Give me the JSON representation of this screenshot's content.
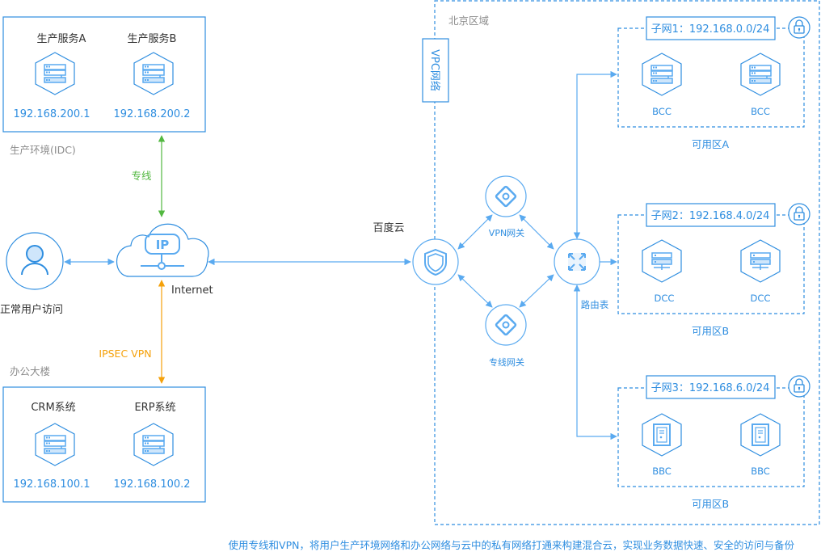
{
  "colors": {
    "blue": "#2f8ee0",
    "light_blue": "#5aaaf0",
    "icon_fill": "#cfe6fb",
    "green": "#52b840",
    "orange": "#f5a10a",
    "gray_text": "#8c8c8c",
    "dark_text": "#333333"
  },
  "idc": {
    "region_label": "生产环境(IDC)",
    "servers": [
      {
        "name": "生产服务A",
        "ip": "192.168.200.1"
      },
      {
        "name": "生产服务B",
        "ip": "192.168.200.2"
      }
    ]
  },
  "office": {
    "region_label": "办公大楼",
    "servers": [
      {
        "name": "CRM系统",
        "ip": "192.168.100.1"
      },
      {
        "name": "ERP系统",
        "ip": "192.168.100.2"
      }
    ]
  },
  "links": {
    "dedicated_line": "专线",
    "ipsec_vpn": "IPSEC VPN"
  },
  "user": {
    "label": "正常用户访问"
  },
  "internet": {
    "label": "Internet",
    "icon_text": "IP"
  },
  "cloud": {
    "label": "百度云",
    "region_label": "北京区域",
    "vpc_label": "VPC网络",
    "vpn_gateway": "VPN网关",
    "dedicated_gateway": "专线网关",
    "route_table": "路由表"
  },
  "subnets": [
    {
      "label": "子网1：192.168.0.0/24",
      "zone": "可用区A",
      "instances": [
        "BCC",
        "BCC"
      ],
      "type": "bcc"
    },
    {
      "label": "子网2：192.168.4.0/24",
      "zone": "可用区B",
      "instances": [
        "DCC",
        "DCC"
      ],
      "type": "dcc"
    },
    {
      "label": "子网3：192.168.6.0/24",
      "zone": "可用区B",
      "instances": [
        "BBC",
        "BBC"
      ],
      "type": "bbc"
    }
  ],
  "caption": "使用专线和VPN，将用户生产环境网络和办公网络与云中的私有网络打通来构建混合云，实现业务数据快速、安全的访问与备份"
}
